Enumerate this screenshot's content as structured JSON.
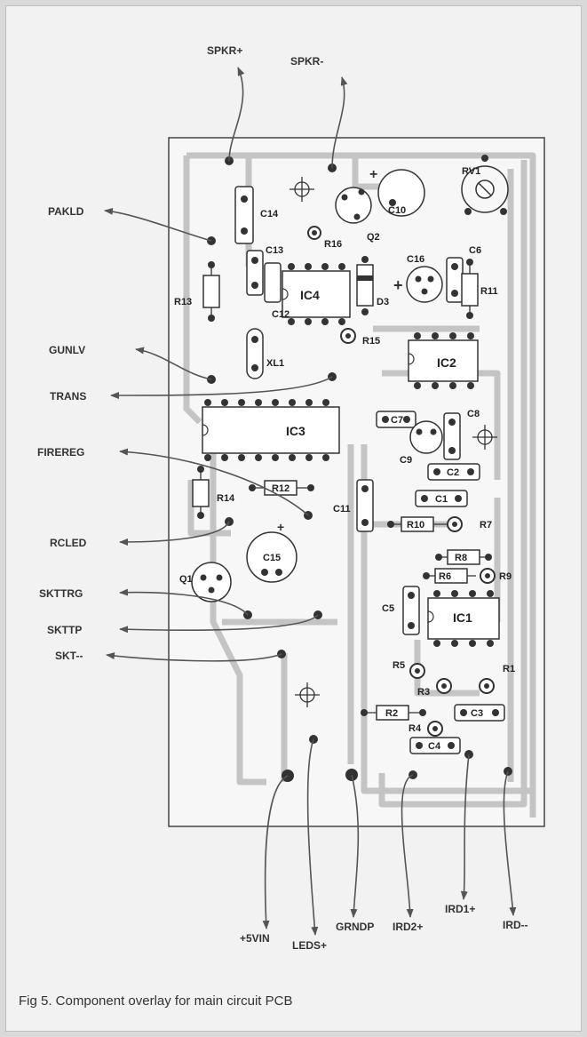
{
  "caption": "Fig 5. Component overlay for main circuit PCB",
  "connectors": {
    "spkr_plus": "SPKR+",
    "spkr_minus": "SPKR-",
    "pakld": "PAKLD",
    "gunlv": "GUNLV",
    "trans": "TRANS",
    "firereg": "FIREREG",
    "rcled": "RCLED",
    "skttrg": "SKTTRG",
    "skttp": "SKTTP",
    "skt_minus": "SKT--",
    "vin": "+5VIN",
    "leds_plus": "LEDS+",
    "grndp": "GRNDP",
    "ird2_plus": "IRD2+",
    "ird1_plus": "IRD1+",
    "ird_minus": "IRD--"
  },
  "components": {
    "rv1": "RV1",
    "c14": "C14",
    "c10": "C10",
    "q2": "Q2",
    "r16": "R16",
    "c13": "C13",
    "c16": "C16",
    "c6": "C6",
    "r13": "R13",
    "ic4": "IC4",
    "d3": "D3",
    "r11": "R11",
    "c12": "C12",
    "r15": "R15",
    "xl1": "XL1",
    "ic2": "IC2",
    "ic3": "IC3",
    "c7": "C7",
    "c8": "C8",
    "c9": "C9",
    "c2": "C2",
    "r14": "R14",
    "r12": "R12",
    "c1": "C1",
    "c11": "C11",
    "r10": "R10",
    "r7": "R7",
    "q1": "Q1",
    "c15": "C15",
    "r8": "R8",
    "r6": "R6",
    "r9": "R9",
    "c5": "C5",
    "ic1": "IC1",
    "r5": "R5",
    "r1": "R1",
    "r3": "R3",
    "r2": "R2",
    "c3": "C3",
    "r4": "R4",
    "c4": "C4"
  },
  "colors": {
    "background": "#f2f2f2",
    "trace": "#bdbdbd",
    "ink": "#333333"
  }
}
